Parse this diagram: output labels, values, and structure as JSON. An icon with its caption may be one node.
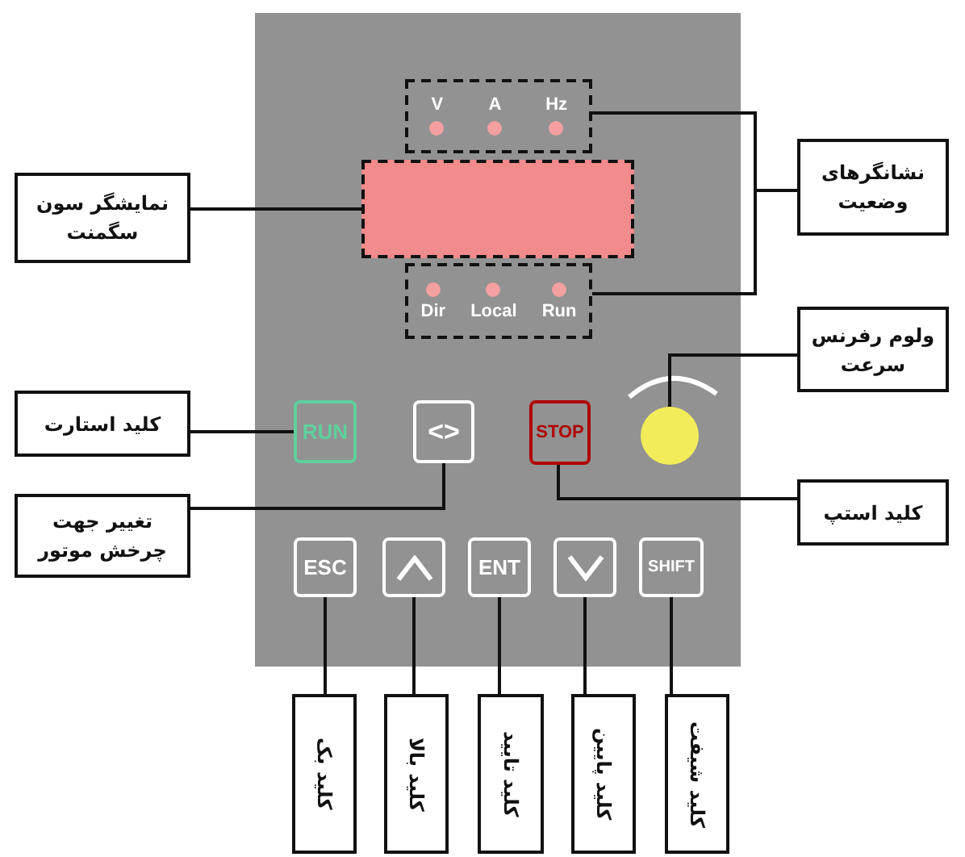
{
  "diagram": {
    "nodes": [
      {
        "text": [
          "Hz",
          "A",
          "V"
        ]
      },
      {
        "text": [
          "نشانگرهای وضعیت"
        ]
      },
      {
        "text": [
          "نمایشگر سون سگمنت"
        ]
      },
      {
        "text": [],
        "shape": "box"
      },
      {
        "text": [
          "Run",
          "Local",
          "Dir"
        ]
      },
      {
        "text": [
          "ولوم رفرنس سرعت"
        ]
      },
      {
        "text": [
          "کلید استارت"
        ]
      },
      {
        "text": [
          "RUN"
        ]
      },
      {
        "text": [
          "<>"
        ]
      },
      {
        "text": [
          "STOP"
        ]
      },
      {
        "text": [],
        "shape": "circle"
      },
      {
        "text": [
          "کلید استپ"
        ]
      },
      {
        "text": [
          "تغییر جهت چرخش موتور"
        ]
      },
      {
        "text": [
          "ESC"
        ]
      },
      {
        "text": [],
        "shape": "box"
      },
      {
        "text": [
          "ENT"
        ]
      },
      {
        "text": [],
        "shape": "box"
      },
      {
        "text": [
          "SHIFT"
        ]
      },
      {
        "text": [
          "کلید بک"
        ]
      },
      {
        "text": [
          "کلید بالا"
        ]
      },
      {
        "text": [
          "کلید تایید"
        ]
      },
      {
        "text": [
          "کلید پایین"
        ]
      },
      {
        "text": [
          "کلید شیفت"
        ]
      }
    ],
    "edges": [
      {
        "from": 1,
        "to": 0,
        "arrow": "none"
      },
      {
        "from": 1,
        "to": 4,
        "arrow": "none"
      },
      {
        "from": 2,
        "to": 3,
        "arrow": "none"
      },
      {
        "from": 5,
        "to": 10,
        "arrow": "none"
      },
      {
        "from": 6,
        "to": 7,
        "arrow": "none"
      },
      {
        "from": 12,
        "to": 8,
        "arrow": "none"
      },
      {
        "from": 11,
        "to": 9,
        "arrow": "none"
      },
      {
        "from": 18,
        "to": 13,
        "arrow": "none"
      },
      {
        "from": 19,
        "to": 14,
        "arrow": "none"
      },
      {
        "from": 20,
        "to": 15,
        "arrow": "none"
      },
      {
        "from": 21,
        "to": 16,
        "arrow": "none"
      },
      {
        "from": 22,
        "to": 17,
        "arrow": "none"
      }
    ]
  }
}
